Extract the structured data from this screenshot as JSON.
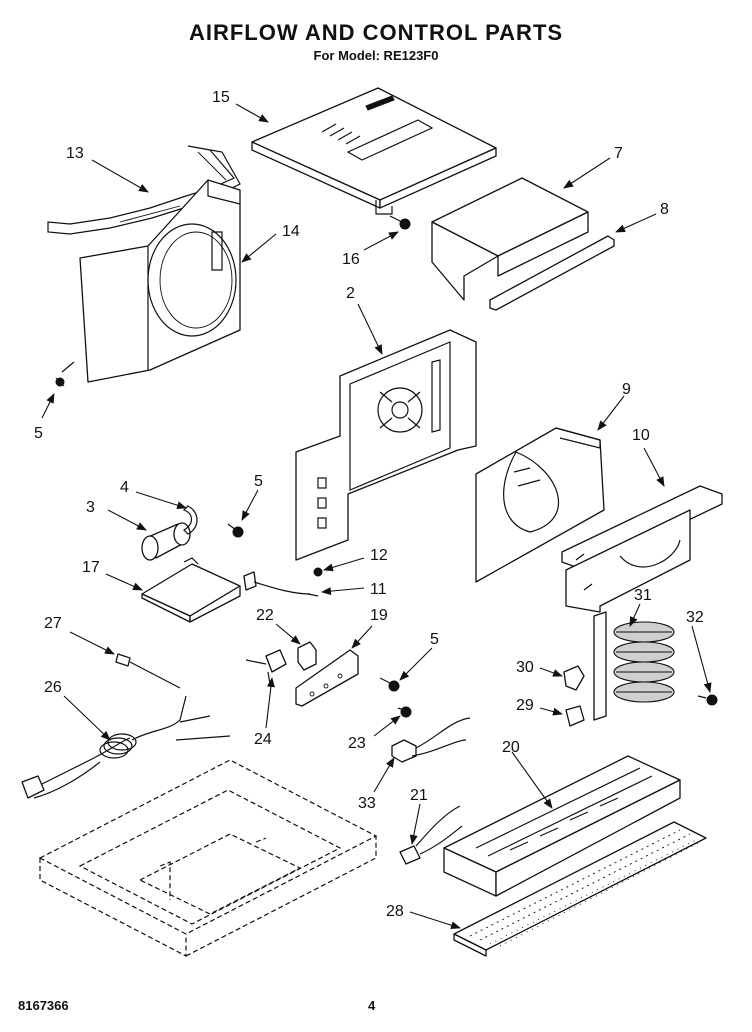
{
  "title": "AIRFLOW AND CONTROL PARTS",
  "subtitle": "For Model: RE123F0",
  "footer": {
    "doc_number": "8167366",
    "page_number": "4"
  },
  "callouts": {
    "p15": "15",
    "p13": "13",
    "p14": "14",
    "p7": "7",
    "p8": "8",
    "p16": "16",
    "p5a": "5",
    "p2": "2",
    "p9": "9",
    "p10": "10",
    "p4": "4",
    "p5b": "5",
    "p3": "3",
    "p12": "12",
    "p17": "17",
    "p11": "11",
    "p22": "22",
    "p19": "19",
    "p27": "27",
    "p5c": "5",
    "p31": "31",
    "p32": "32",
    "p26": "26",
    "p30": "30",
    "p24": "24",
    "p23": "23",
    "p29": "29",
    "p20": "20",
    "p33": "33",
    "p21": "21",
    "p28": "28"
  }
}
